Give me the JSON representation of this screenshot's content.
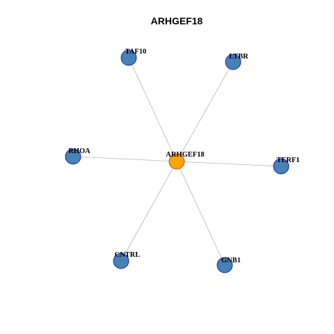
{
  "title": "ARHGEF18",
  "colors": {
    "hub_fill": "#FFA500",
    "hub_stroke": "#8B3A3A",
    "node_fill": "#4682B4",
    "node_stroke": "#0000CD",
    "edge": "#B3B3B3"
  },
  "graph": {
    "hub": "ARHGEF18",
    "neighbors": [
      "TAF10",
      "LTBR",
      "RHOA",
      "TERF1",
      "CNTRL",
      "GNB1"
    ],
    "edges": [
      [
        "ARHGEF18",
        "TAF10"
      ],
      [
        "ARHGEF18",
        "LTBR"
      ],
      [
        "ARHGEF18",
        "RHOA"
      ],
      [
        "ARHGEF18",
        "TERF1"
      ],
      [
        "ARHGEF18",
        "CNTRL"
      ],
      [
        "ARHGEF18",
        "GNB1"
      ]
    ]
  }
}
